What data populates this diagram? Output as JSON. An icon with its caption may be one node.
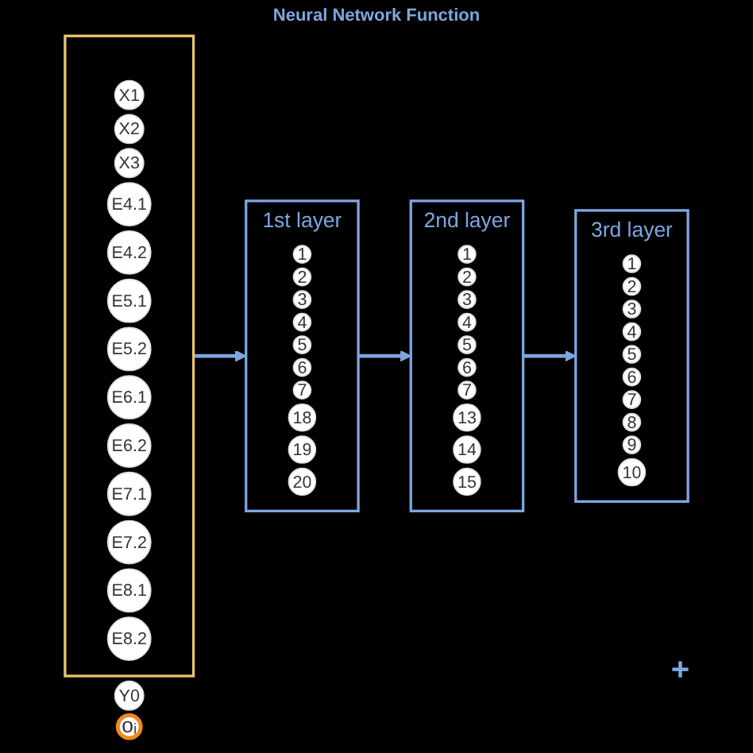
{
  "diagram": {
    "nodes": [
      {
        "text": [],
        "shape": "box"
      },
      {
        "text": [
          "X1"
        ],
        "in": 0
      },
      {
        "text": [
          "X2"
        ],
        "in": 0
      },
      {
        "text": [
          "X3"
        ],
        "in": 0
      },
      {
        "text": [
          "E4.1"
        ],
        "in": 0
      },
      {
        "text": [
          "E4.2"
        ],
        "in": 0
      },
      {
        "text": [
          "E5.1"
        ],
        "in": 0
      },
      {
        "text": [
          "E5.2"
        ],
        "in": 0
      },
      {
        "text": [
          "E6.1"
        ],
        "in": 0
      },
      {
        "text": [
          "E6.2"
        ],
        "in": 0
      },
      {
        "text": [
          "E7.1"
        ],
        "in": 0
      },
      {
        "text": [
          "E7.2"
        ],
        "in": 0
      },
      {
        "text": [
          "E8.1"
        ],
        "in": 0
      },
      {
        "text": [
          "E8.2"
        ],
        "in": 0
      },
      {
        "text": [
          "1st layer"
        ]
      },
      {
        "text": [
          "1"
        ],
        "in": 14
      },
      {
        "text": [
          "2"
        ],
        "in": 14
      },
      {
        "text": [
          "3"
        ],
        "in": 14
      },
      {
        "text": [
          "4"
        ],
        "in": 14
      },
      {
        "text": [
          "5"
        ],
        "in": 14
      },
      {
        "text": [
          "6"
        ],
        "in": 14
      },
      {
        "text": [
          "7"
        ],
        "in": 14
      },
      {
        "text": [
          "18"
        ],
        "in": 14
      },
      {
        "text": [
          "19"
        ],
        "in": 14
      },
      {
        "text": [
          "20"
        ],
        "in": 14
      },
      {
        "text": [
          "2nd layer"
        ]
      },
      {
        "text": [
          "1"
        ],
        "in": 25
      },
      {
        "text": [
          "2"
        ],
        "in": 25
      },
      {
        "text": [
          "3"
        ],
        "in": 25
      },
      {
        "text": [
          "4"
        ],
        "in": 25
      },
      {
        "text": [
          "5"
        ],
        "in": 25
      },
      {
        "text": [
          "6"
        ],
        "in": 25
      },
      {
        "text": [
          "7"
        ],
        "in": 25
      },
      {
        "text": [
          "13"
        ],
        "in": 25
      },
      {
        "text": [
          "14"
        ],
        "in": 25
      },
      {
        "text": [
          "15"
        ],
        "in": 25
      },
      {
        "text": [
          "3rd layer"
        ]
      },
      {
        "text": [
          "1"
        ],
        "in": 36
      },
      {
        "text": [
          "2"
        ],
        "in": 36
      },
      {
        "text": [
          "3"
        ],
        "in": 36
      },
      {
        "text": [
          "4"
        ],
        "in": 36
      },
      {
        "text": [
          "5"
        ],
        "in": 36
      },
      {
        "text": [
          "6"
        ],
        "in": 36
      },
      {
        "text": [
          "7"
        ],
        "in": 36
      },
      {
        "text": [
          "8"
        ],
        "in": 36
      },
      {
        "text": [
          "9"
        ],
        "in": 36
      },
      {
        "text": [
          "10"
        ],
        "in": 36
      },
      {
        "text": [
          "Y0"
        ]
      },
      {
        "text": [
          "oᵢ"
        ]
      }
    ],
    "edges": [
      {
        "from": 0,
        "to": 14,
        "arrow": "to"
      },
      {
        "from": 14,
        "to": 25,
        "arrow": "to"
      },
      {
        "from": 25,
        "to": 36,
        "arrow": "to"
      }
    ],
    "labels": [
      "Neural Network Function",
      "+"
    ]
  }
}
